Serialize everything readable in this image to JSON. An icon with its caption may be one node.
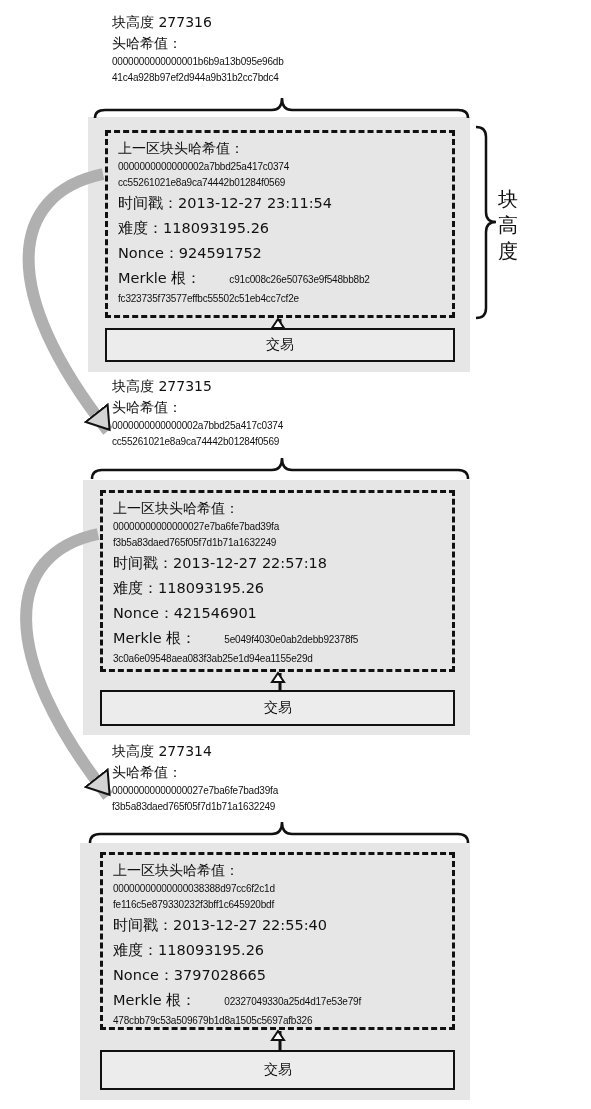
{
  "diagram": {
    "nodes": [
      {
        "text": [],
        "shape": "box"
      },
      {
        "text": [
          "上一区块头哈希值：",
          "0000000000000002a7bbd25a417c0374",
          "cc55261021e8a9ca74442b01284f0569",
          "时间戳：2013-12-27 23:11:54",
          "难度：118093195.26",
          "Nonce：924591752",
          "Merkle 根：",
          "c91c008c26e50763e9f548bb8b2",
          "fc323735f73577effbc55502c51eb4cc7cf2e"
        ],
        "in": 0
      },
      {
        "text": [
          "交易"
        ],
        "in": 0
      },
      {
        "text": [
          "块高度 277315",
          "头哈希值：",
          "0000000000000002a7bbd25a417c0374",
          "cc55261021e8a9ca74442b01284f0569"
        ]
      },
      {
        "text": [],
        "shape": "box"
      },
      {
        "text": [
          "上一区块头哈希值：",
          "00000000000000027e7ba6fe7bad39fa",
          "f3b5a83daed765f05f7d1b71a1632249",
          "时间戳：2013-12-27 22:57:18",
          "难度：118093195.26",
          "Nonce：421546901",
          "Merkle 根：",
          "5e049f4030e0ab2debb92378f5",
          "3c0a6e09548aea083f3ab25e1d94ea1155e29d"
        ],
        "in": 4
      },
      {
        "text": [
          "交易"
        ],
        "in": 4
      },
      {
        "text": [
          "块高度 277314",
          "头哈希值：",
          "00000000000000027e7ba6fe7bad39fa",
          "f3b5a83daed765f05f7d1b71a1632249"
        ]
      },
      {
        "text": [],
        "shape": "box"
      },
      {
        "text": [
          "上一区块头哈希值：",
          "00000000000000038388d97cc6f2c1d",
          "fe116c5e879330232f3bff1c645920bdf",
          "时间戳：2013-12-27 22:55:40",
          "难度：118093195.26",
          "Nonce：3797028665",
          "Merkle 根：",
          "02327049330a25d4d17e53e79f",
          "478cbb79c53a509679b1d8a1505c5697afb326"
        ],
        "in": 8
      },
      {
        "text": [
          "交易"
        ],
        "in": 8
      }
    ],
    "edges": [
      {
        "from": 2,
        "to": 1,
        "arrow": "to"
      },
      {
        "from": 1,
        "to": 3,
        "arrow": "to",
        "style": "thick",
        "color": "#b0b0b0"
      },
      {
        "from": 6,
        "to": 5,
        "arrow": "to"
      },
      {
        "from": 5,
        "to": 7,
        "arrow": "to",
        "style": "thick",
        "color": "#b0b0b0"
      },
      {
        "from": 10,
        "to": 9,
        "arrow": "to"
      }
    ],
    "labels": [
      "块高度 277316",
      "头哈希值：",
      "0000000000000001b6b9a13b095e96db",
      "41c4a928b97ef2d944a9b31b2cc7bdc4",
      "块高度"
    ]
  }
}
